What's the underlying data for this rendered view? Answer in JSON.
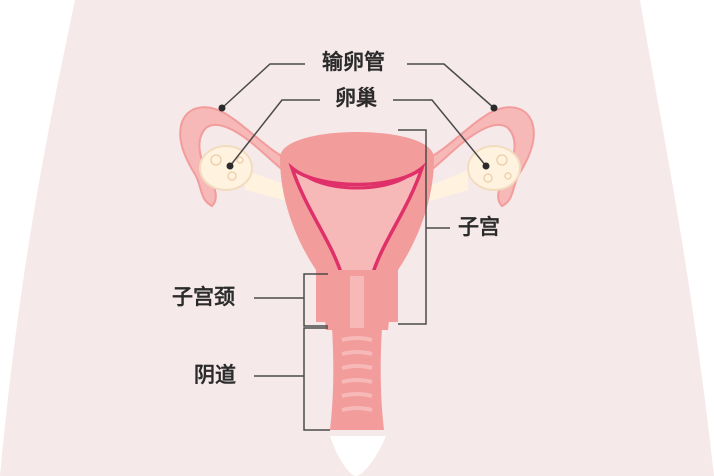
{
  "labels": {
    "fallopian_tube": "输卵管",
    "ovary": "卵巢",
    "uterus": "子宫",
    "cervix": "子宫颈",
    "vagina": "阴道"
  },
  "colors": {
    "body_bg": "#f6e9e9",
    "organ": "#f29c9c",
    "organ_light": "#f7b8b8",
    "lining": "#e0306a",
    "ovary": "#fff2df",
    "leader": "#4a4a4a"
  }
}
